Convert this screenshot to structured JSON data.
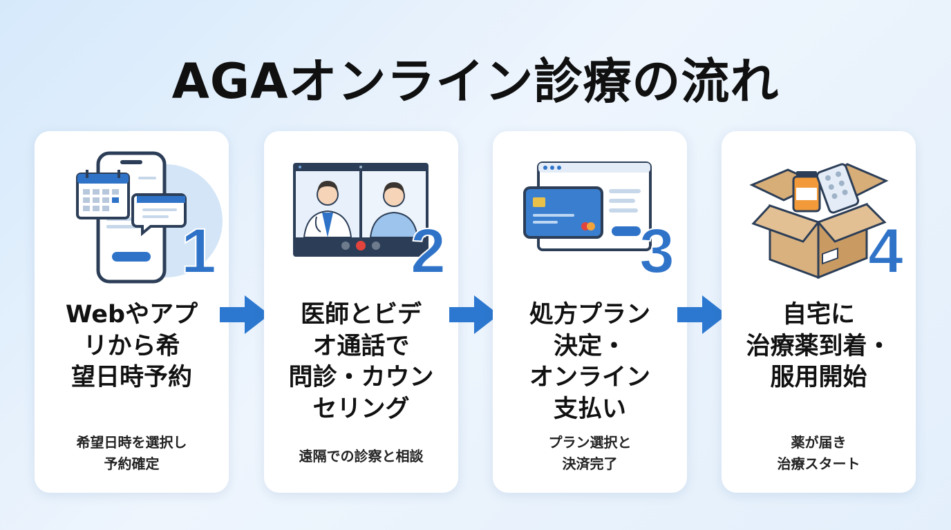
{
  "title": "AGAオンライン診療の流れ",
  "colors": {
    "accent": "#2f73c8",
    "arrow": "#2c78d0",
    "card": "#ffffff",
    "text": "#111111"
  },
  "steps": [
    {
      "number": "1",
      "icon": "smartphone-calendar-chat-icon",
      "heading": "Webやアプ\nリから希\n望日時予約",
      "description": "希望日時を選択し\n予約確定"
    },
    {
      "number": "2",
      "icon": "video-call-doctor-patient-icon",
      "heading": "医師とビデ\nオ通話で\n問診・カウン\nセリング",
      "description": "遠隔での診察と相談"
    },
    {
      "number": "3",
      "icon": "credit-card-payment-icon",
      "heading": "処方プラン\n決定・\nオンライン\n支払い",
      "description": "プラン選択と\n決済完了"
    },
    {
      "number": "4",
      "icon": "medicine-delivery-box-icon",
      "heading": "自宅に\n治療薬到着・\n服用開始",
      "description": "薬が届き\n治療スタート"
    }
  ]
}
